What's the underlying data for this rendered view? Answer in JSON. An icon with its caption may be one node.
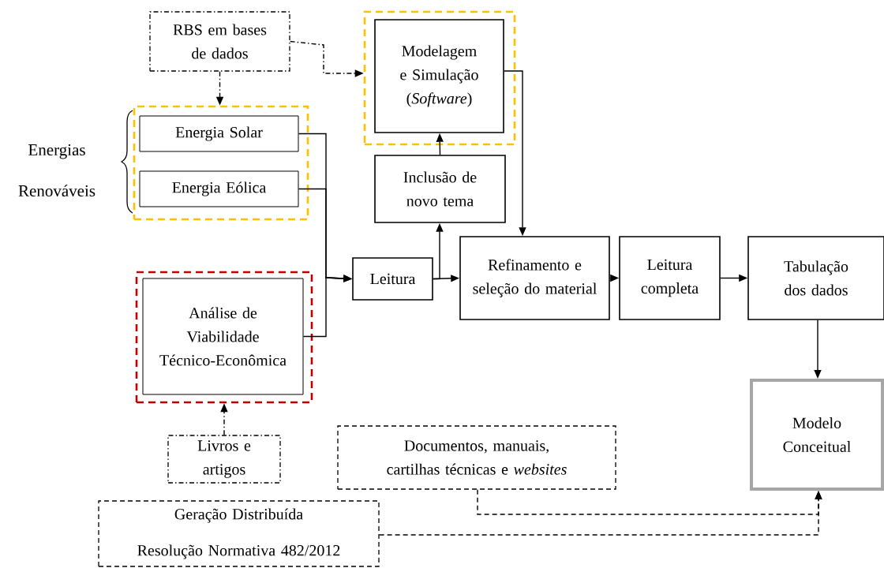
{
  "diagram": {
    "nodes": [
      {
        "text": [
          "RBS em bases de dados"
        ]
      },
      {
        "text": [],
        "shape": "box"
      },
      {
        "text": [
          "Energia Solar"
        ],
        "in": 1
      },
      {
        "text": [
          "Energia Eólica"
        ],
        "in": 1
      },
      {
        "text": [],
        "shape": "box"
      },
      {
        "text": [
          "Modelagem e Simulação (*Software*)"
        ],
        "in": 4
      },
      {
        "text": [
          "Inclusão de novo tema"
        ]
      },
      {
        "text": [
          "Leitura"
        ]
      },
      {
        "text": [
          "Refinamento e seleção do material"
        ]
      },
      {
        "text": [
          "Leitura completa"
        ]
      },
      {
        "text": [
          "Tabulação dos dados"
        ]
      },
      {
        "text": [],
        "shape": "box"
      },
      {
        "text": [
          "Análise de Viabilidade Técnico-Econômica"
        ],
        "in": 11
      },
      {
        "text": [
          "Livros e artigos"
        ]
      },
      {
        "text": [
          "Documentos, manuais, cartilhas técnicas e *websites*"
        ]
      },
      {
        "text": [
          "Geração Distribuída",
          "Resolução Normativa 482/2012"
        ]
      },
      {
        "text": [
          "Modelo Conceitual"
        ]
      }
    ],
    "edges": [
      {
        "from": 0,
        "to": 1,
        "arrow": "to",
        "style": "dashed"
      },
      {
        "from": 0,
        "to": 4,
        "arrow": "to",
        "style": "dashed"
      },
      {
        "from": 2,
        "to": 7,
        "arrow": "to"
      },
      {
        "from": 3,
        "to": 7,
        "arrow": "to"
      },
      {
        "from": 12,
        "to": 7,
        "arrow": "to"
      },
      {
        "from": 7,
        "to": 6,
        "arrow": "to"
      },
      {
        "from": 7,
        "to": 8,
        "arrow": "to"
      },
      {
        "from": 6,
        "to": 5,
        "arrow": "to"
      },
      {
        "from": 5,
        "to": 8,
        "arrow": "to"
      },
      {
        "from": 8,
        "to": 9,
        "arrow": "to"
      },
      {
        "from": 9,
        "to": 10,
        "arrow": "to"
      },
      {
        "from": 10,
        "to": 16,
        "arrow": "to"
      },
      {
        "from": 13,
        "to": 11,
        "arrow": "to",
        "style": "dashed"
      },
      {
        "from": 14,
        "to": 16,
        "arrow": "to",
        "style": "dashed"
      },
      {
        "from": 15,
        "to": 16,
        "arrow": "to",
        "style": "dashed"
      }
    ],
    "labels": [
      "Energias Renováveis"
    ]
  }
}
